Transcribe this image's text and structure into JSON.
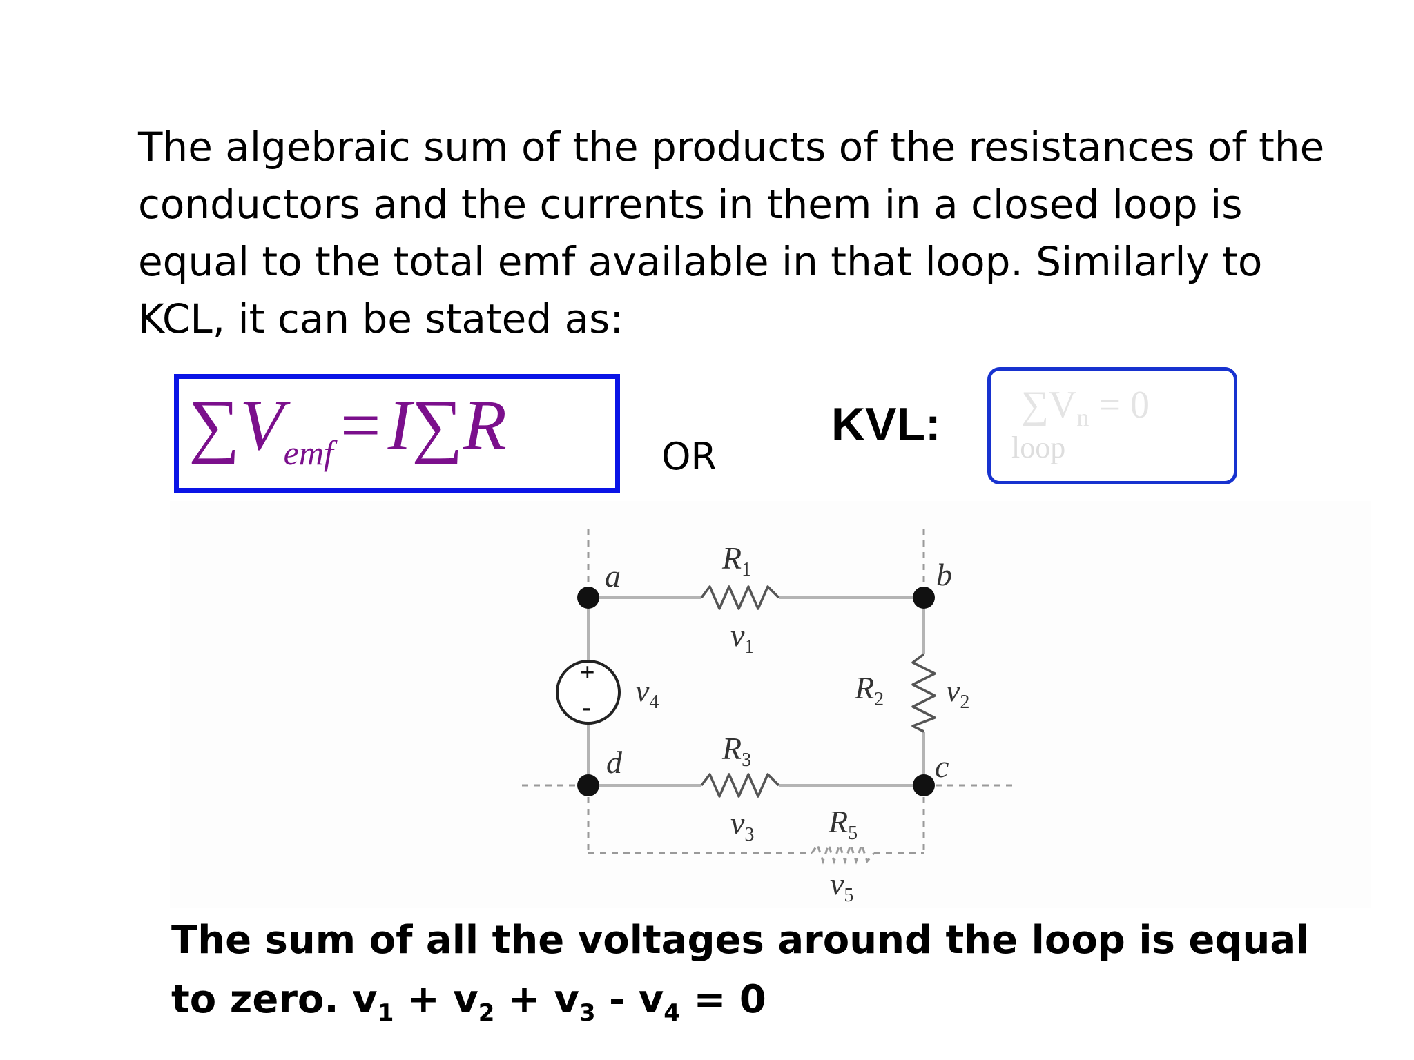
{
  "intro_text": "The algebraic sum of the products of the resistances of the conductors and the currents in them in a closed loop is equal to the total emf available in that loop. Similarly to KCL, it can be stated as:",
  "formula": {
    "sigma": "∑",
    "v": "V",
    "emf_sub": "emf",
    "equals": "=",
    "i": "I",
    "r": "R"
  },
  "or_text": "OR",
  "kvl": {
    "label": "KVL:",
    "sigma": "∑",
    "v": "V",
    "n_sub": "n",
    "equals_zero": " = 0",
    "loop": "loop"
  },
  "circuit": {
    "node_a": "a",
    "node_b": "b",
    "node_c": "c",
    "node_d": "d",
    "r1": "R",
    "r1_sub": "1",
    "r2": "R",
    "r2_sub": "2",
    "r3": "R",
    "r3_sub": "3",
    "r5": "R",
    "r5_sub": "5",
    "v1": "v",
    "v1_sub": "1",
    "v2": "v",
    "v2_sub": "2",
    "v3": "v",
    "v3_sub": "3",
    "v4": "v",
    "v4_sub": "4",
    "v5": "v",
    "v5_sub": "5",
    "source_plus": "+",
    "source_minus": "-"
  },
  "conclusion": {
    "text": "The sum of all the voltages around the loop is equal to zero. v",
    "s1": "1",
    "p1": " + v",
    "s2": "2",
    "p2": " + v",
    "s3": "3",
    "p3": " - v",
    "s4": "4",
    "p4": " = 0"
  },
  "colors": {
    "formula_border": "#0a14e6",
    "formula_text": "#7b0f8c",
    "kvl_border": "#1732cf"
  }
}
